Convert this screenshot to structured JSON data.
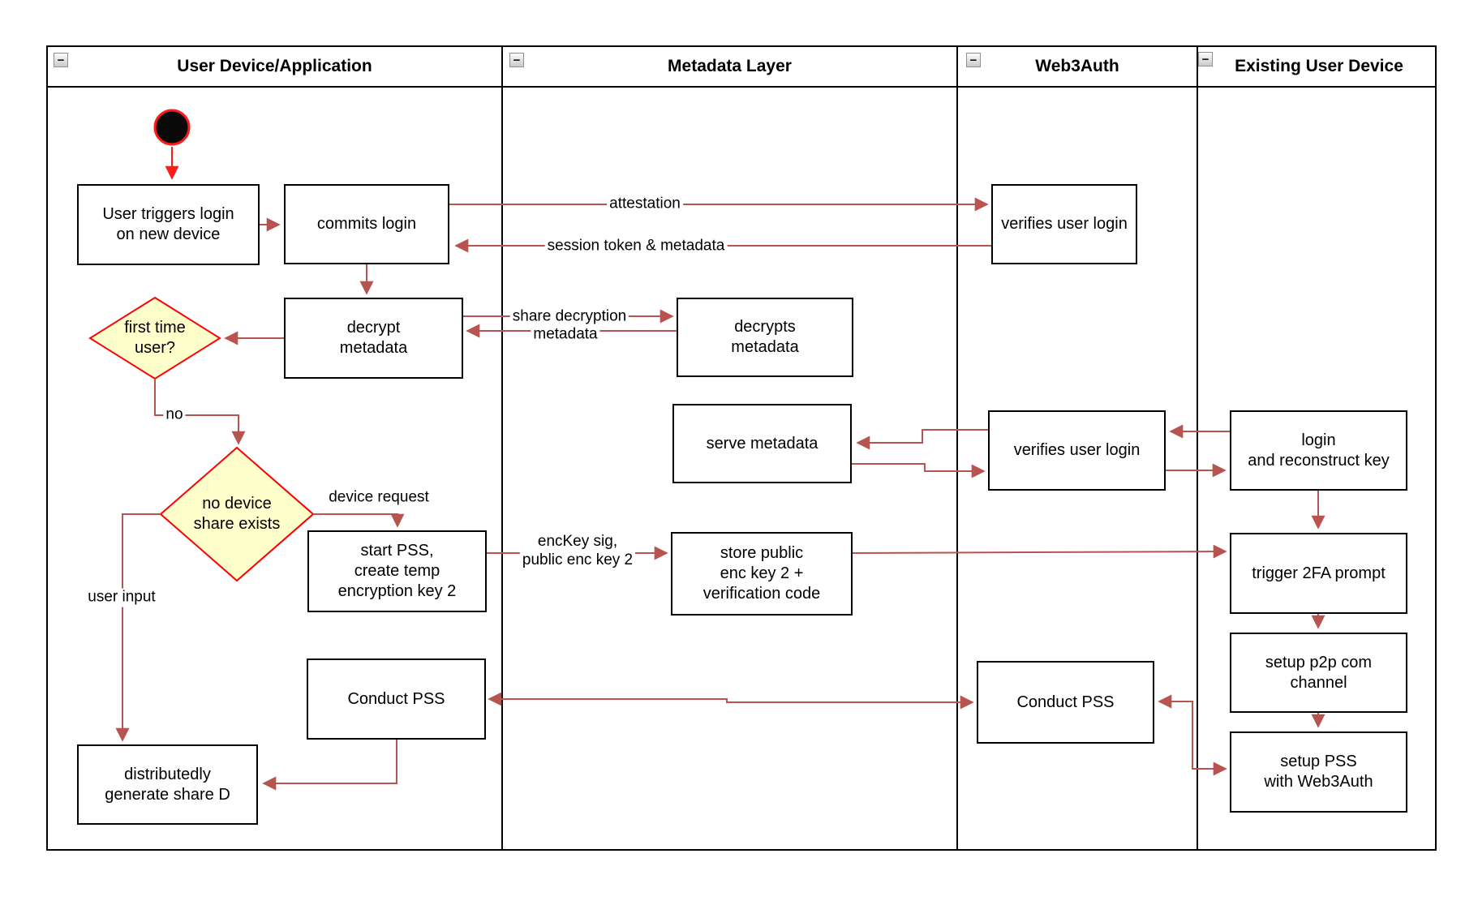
{
  "diagram": {
    "lanes": [
      {
        "title": "User Device/Application"
      },
      {
        "title": "Metadata Layer"
      },
      {
        "title": "Web3Auth"
      },
      {
        "title": "Existing User Device"
      }
    ],
    "collapse_glyph": "−",
    "nodes": {
      "user_triggers": "User triggers login\non new device",
      "commits_login": "commits login",
      "verifies_login_1": "verifies user login",
      "decrypt_metadata": "decrypt\nmetadata",
      "decrypts_metadata": "decrypts\nmetadata",
      "first_time_user": "first time\nuser?",
      "serve_metadata": "serve metadata",
      "verifies_login_2": "verifies user login",
      "login_reconstruct": "login\nand reconstruct key",
      "no_device_share": "no device\nshare exists",
      "start_pss": "start PSS,\ncreate temp\nencryption key 2",
      "store_public": "store public\nenc key 2 +\nverification code",
      "trigger_2fa": "trigger 2FA prompt",
      "setup_p2p": "setup p2p com\nchannel",
      "setup_pss": "setup PSS\nwith Web3Auth",
      "conduct_pss_1": "Conduct PSS",
      "conduct_pss_2": "Conduct PSS",
      "distributedly": "distributedly\ngenerate share D"
    },
    "edge_labels": {
      "attestation": "attestation",
      "session_token": "session token & metadata",
      "share_decryption": "share decryption",
      "metadata": "metadata",
      "no": "no",
      "device_request": "device request",
      "user_input": "user input",
      "enc_key": "encKey sig,\npublic enc key 2"
    },
    "colors": {
      "arrow": "#b85450",
      "start_accent": "#ff1a1a",
      "diamond_fill": "#ffffcc",
      "diamond_border": "#ff0000",
      "node_border": "#000000"
    }
  }
}
